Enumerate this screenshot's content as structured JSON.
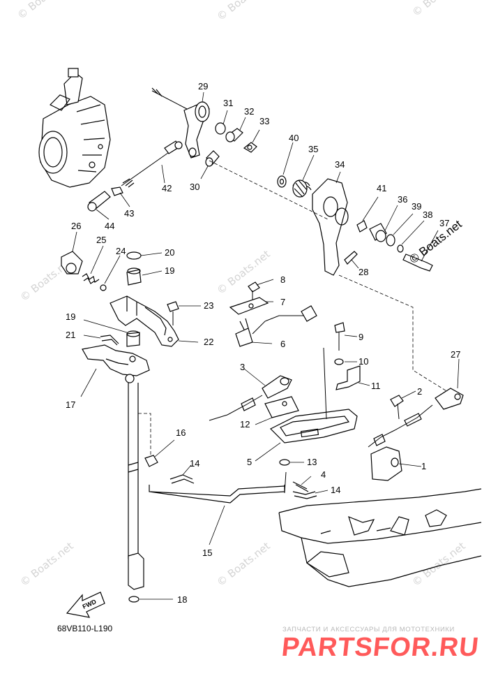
{
  "diagram": {
    "code": "68VB110-L190",
    "brand_watermark": "© Boats.net",
    "watermark_text": "© Boats.net",
    "fwd_label": "FWD",
    "shop_title": "ЗАПЧАСТИ И АКСЕССУАРЫ ДЛЯ МОТОТЕХНИКИ",
    "shop_logo": "PARTSFOR.RU"
  },
  "callouts": [
    {
      "n": "1"
    },
    {
      "n": "2"
    },
    {
      "n": "3"
    },
    {
      "n": "4"
    },
    {
      "n": "5"
    },
    {
      "n": "6"
    },
    {
      "n": "7"
    },
    {
      "n": "8"
    },
    {
      "n": "9"
    },
    {
      "n": "10"
    },
    {
      "n": "11"
    },
    {
      "n": "12"
    },
    {
      "n": "13"
    },
    {
      "n": "14"
    },
    {
      "n": "14"
    },
    {
      "n": "15"
    },
    {
      "n": "16"
    },
    {
      "n": "17"
    },
    {
      "n": "18"
    },
    {
      "n": "19"
    },
    {
      "n": "19"
    },
    {
      "n": "20"
    },
    {
      "n": "21"
    },
    {
      "n": "22"
    },
    {
      "n": "23"
    },
    {
      "n": "24"
    },
    {
      "n": "25"
    },
    {
      "n": "26"
    },
    {
      "n": "27"
    },
    {
      "n": "28"
    },
    {
      "n": "29"
    },
    {
      "n": "30"
    },
    {
      "n": "31"
    },
    {
      "n": "32"
    },
    {
      "n": "33"
    },
    {
      "n": "34"
    },
    {
      "n": "35"
    },
    {
      "n": "36"
    },
    {
      "n": "37"
    },
    {
      "n": "38"
    },
    {
      "n": "39"
    },
    {
      "n": "40"
    },
    {
      "n": "41"
    },
    {
      "n": "42"
    },
    {
      "n": "43"
    },
    {
      "n": "44"
    }
  ],
  "colors": {
    "line": "#000000",
    "watermark": "#d4d4d4",
    "shop_logo": "#ff5a5a"
  }
}
